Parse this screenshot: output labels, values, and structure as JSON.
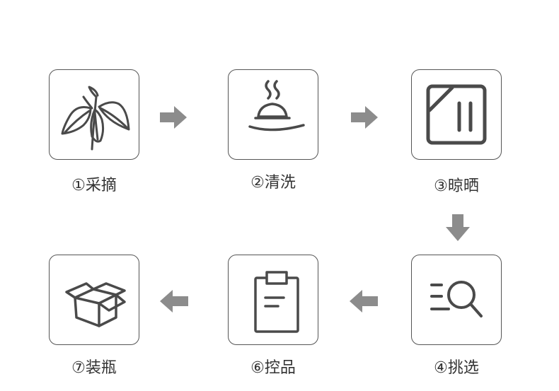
{
  "colors": {
    "border": "#555555",
    "icon": "#4a4a4a",
    "arrow": "#8c8c8c",
    "text": "#333333"
  },
  "steps": [
    {
      "label": "①采摘",
      "icon": "leaf-icon"
    },
    {
      "label": "②清洗",
      "icon": "steaming-dish-icon"
    },
    {
      "label": "③晾晒",
      "icon": "window-icon"
    },
    {
      "label": "④挑选",
      "icon": "search-list-icon"
    },
    {
      "label": "⑥控品",
      "icon": "clipboard-icon"
    },
    {
      "label": "⑦装瓶",
      "icon": "box-icon"
    }
  ]
}
